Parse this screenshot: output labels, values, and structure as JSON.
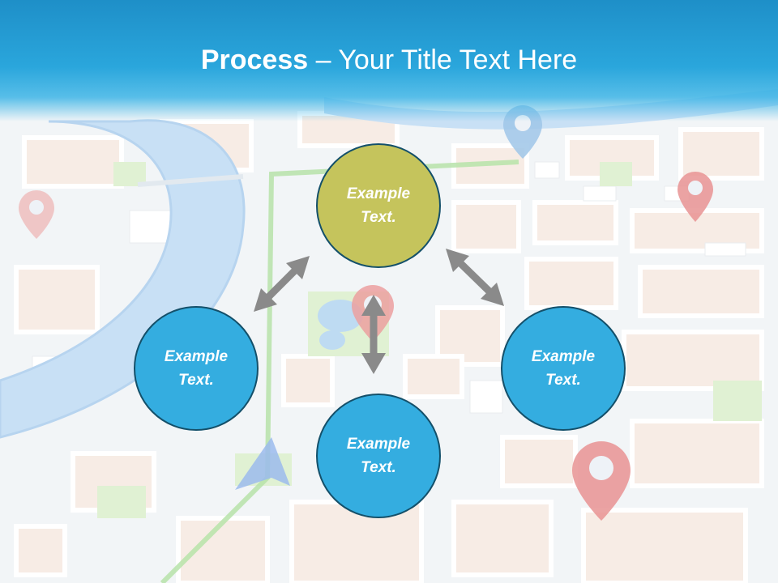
{
  "slide": {
    "title_bold": "Process",
    "title_rest": " – Your Title Text Here"
  },
  "diagram": {
    "nodes": [
      {
        "id": "top",
        "label": "Example Text.",
        "color": "#c5c45c"
      },
      {
        "id": "left",
        "label": "Example Text.",
        "color": "#34ade0"
      },
      {
        "id": "right",
        "label": "Example Text.",
        "color": "#34ade0"
      },
      {
        "id": "bottom",
        "label": "Example Text.",
        "color": "#34ade0"
      }
    ],
    "arrow_color": "#8a8a8a",
    "header_color": "#2aa6dc"
  }
}
